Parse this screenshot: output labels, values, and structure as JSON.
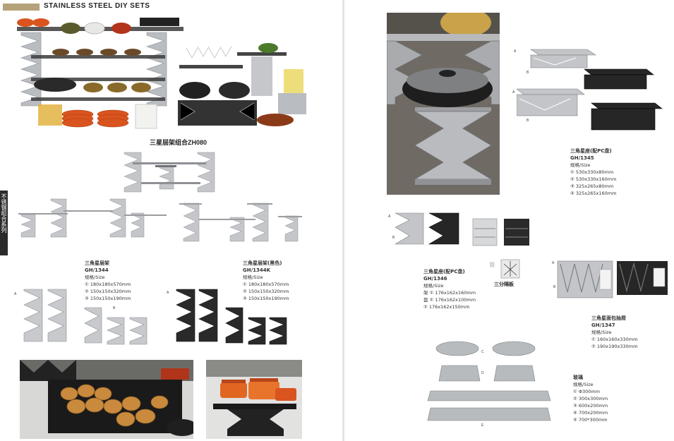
{
  "header": {
    "title": "STAINLESS STEEL DIY SETS"
  },
  "side_tab": {
    "text": "不锈钢组合系列"
  },
  "hero": {
    "caption": "三星层架组合ZH080"
  },
  "products": [
    {
      "name": "三角星层架",
      "code": "GH/1344",
      "size_label": "规格/Size",
      "sizes": [
        "① 180x180x570mm",
        "② 150x150x320mm",
        "③ 150x150x190mm"
      ]
    },
    {
      "name": "三角星层架(黑色)",
      "code": "GH/1344K",
      "size_label": "规格/Size",
      "sizes": [
        "① 180x180x570mm",
        "② 150x150x320mm",
        "③ 150x150x190mm"
      ]
    },
    {
      "name": "三角星座(配PC盘)",
      "code": "GH/1345",
      "size_label": "规格/Size",
      "sizes": [
        "① 530x330x80mm",
        "② 530x330x160mm",
        "③ 325x265x80mm",
        "④ 325x265x160mm"
      ]
    },
    {
      "name": "三角星座(配PC盘)",
      "code": "GH/1346",
      "size_label": "规格/Size",
      "sizes": [
        "架 ① 176x162x160mm",
        "盘 ① 176x162x100mm",
        "② 176x162x150mm"
      ]
    },
    {
      "name": "三角星面包抽屉",
      "code": "GH/1347",
      "size_label": "规格/Size",
      "sizes": [
        "① 160x160x330mm",
        "② 190x190x330mm"
      ]
    },
    {
      "name": "玻璃",
      "code": "",
      "size_label": "规格/Size",
      "sizes": [
        "① Φ300mm",
        "② 300x300mm",
        "③ 600x200mm",
        "④ 700x200mm",
        "⑤ 700*300mm"
      ]
    }
  ],
  "divider": {
    "label": "三分隔板"
  },
  "letters": {
    "a": "A",
    "b": "B",
    "c": "C",
    "d": "D",
    "e": "E"
  },
  "colors": {
    "accent": "#b5a27a",
    "steel": "#b9bcc0",
    "black_steel": "#2a2a2a",
    "orange": "#d9541e"
  }
}
